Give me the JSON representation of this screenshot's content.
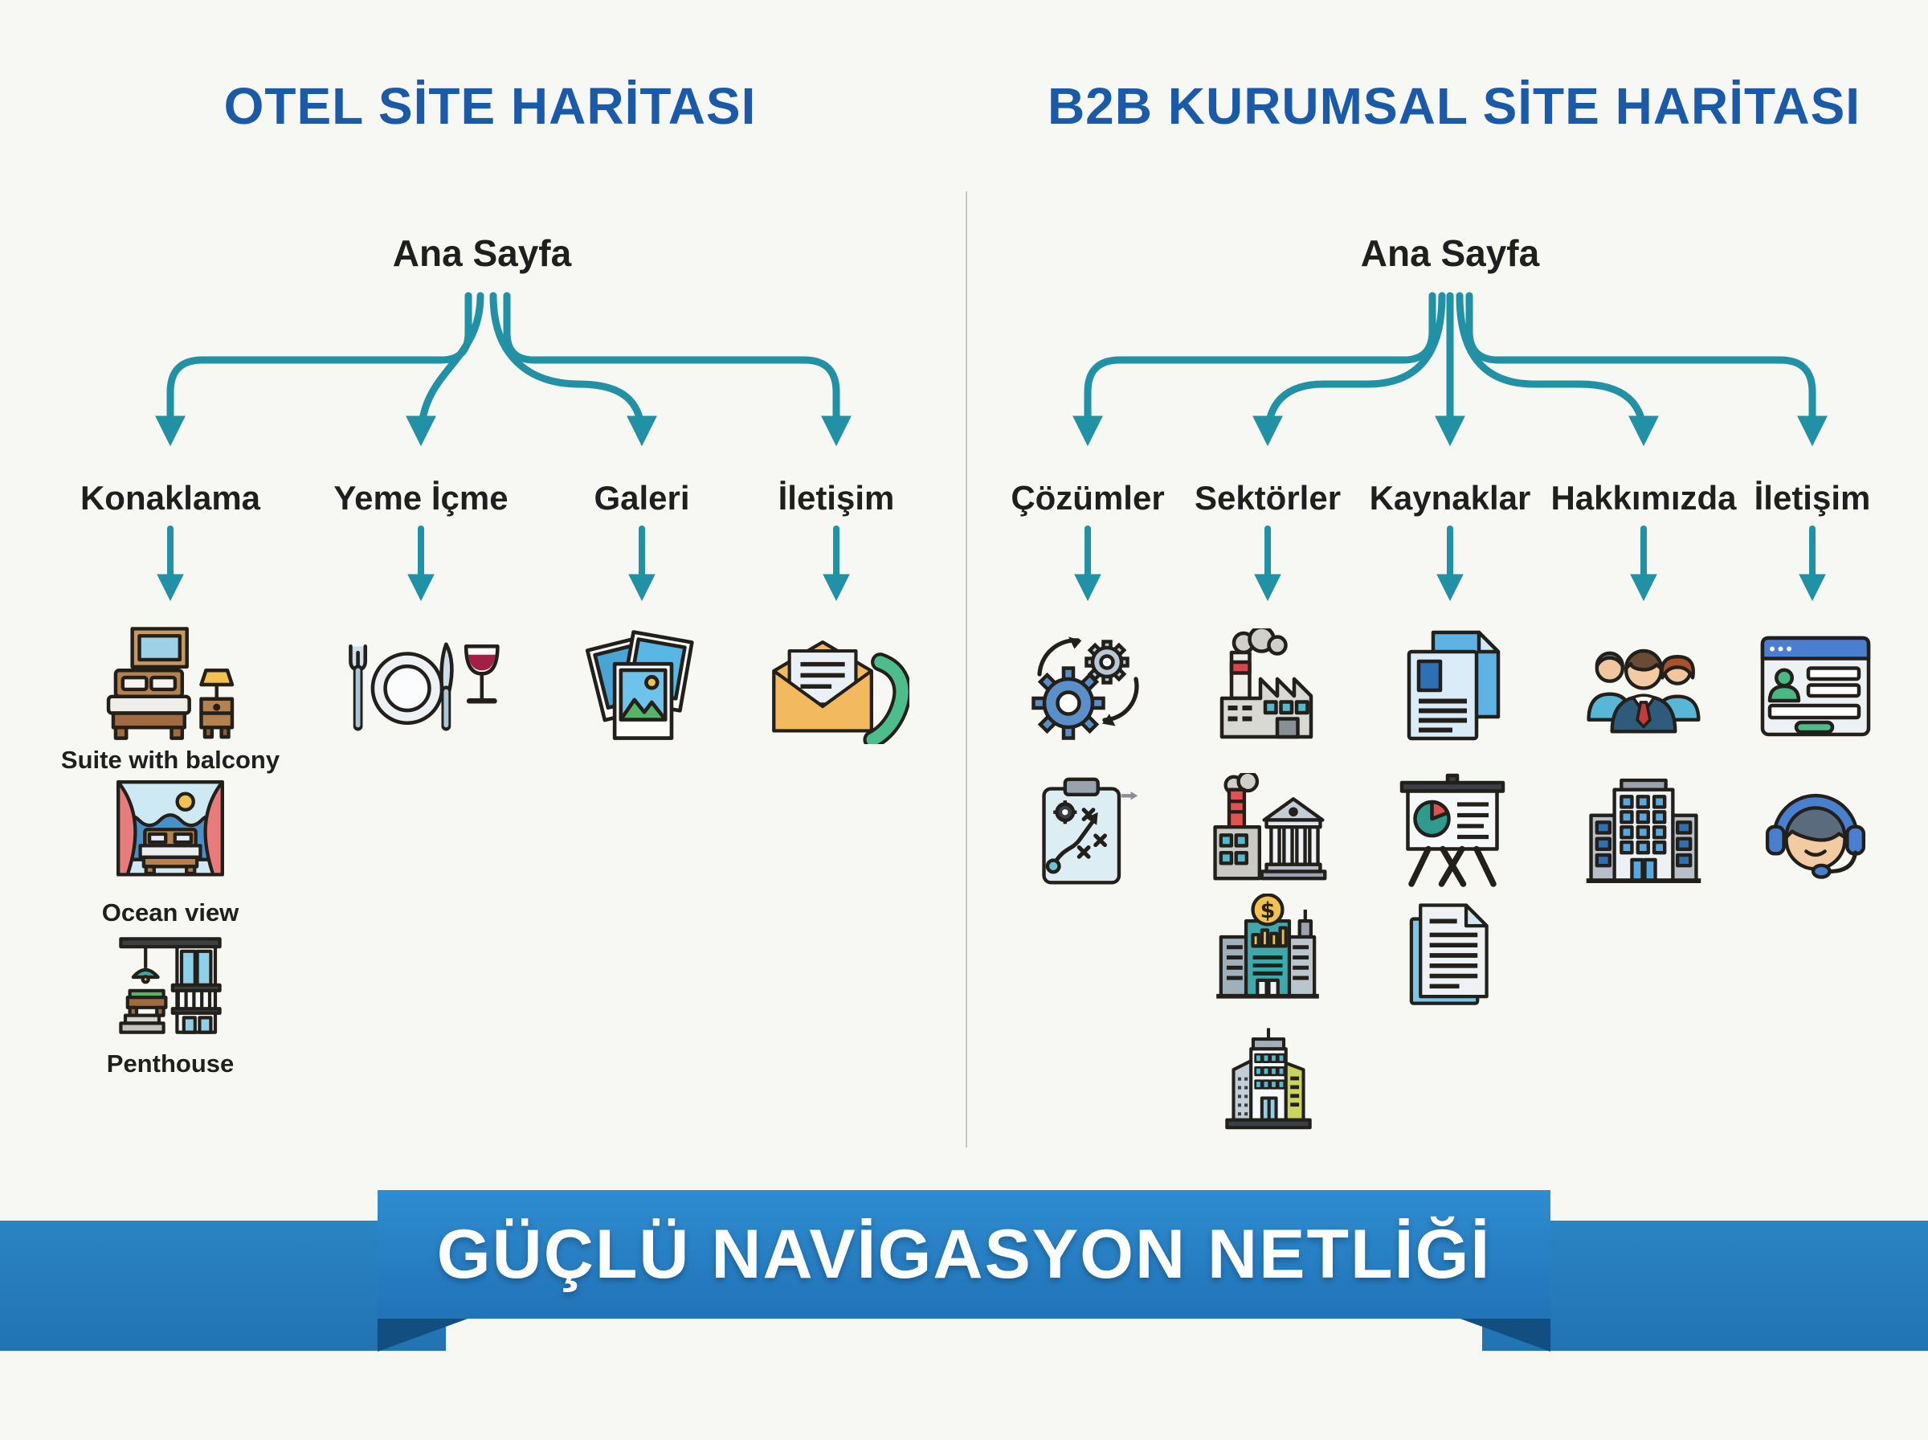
{
  "left_map": {
    "title": "OTEL SİTE HARİTASI",
    "root": "Ana Sayfa",
    "children": [
      {
        "label": "Konaklama",
        "items": [
          {
            "icon": "hotel-room-icon",
            "label": "Suite with balcony"
          },
          {
            "icon": "ocean-view-icon",
            "label": "Ocean view"
          },
          {
            "icon": "penthouse-icon",
            "label": "Penthouse"
          }
        ]
      },
      {
        "label": "Yeme İçme",
        "items": [
          {
            "icon": "dining-icon"
          }
        ]
      },
      {
        "label": "Galeri",
        "items": [
          {
            "icon": "gallery-photos-icon"
          }
        ]
      },
      {
        "label": "İletişim",
        "items": [
          {
            "icon": "mail-phone-icon"
          }
        ]
      }
    ]
  },
  "right_map": {
    "title": "B2B KURUMSAL SİTE HARİTASI",
    "root": "Ana Sayfa",
    "children": [
      {
        "label": "Çözümler",
        "items": [
          {
            "icon": "gears-icon"
          },
          {
            "icon": "strategy-clipboard-icon"
          }
        ]
      },
      {
        "label": "Sektörler",
        "items": [
          {
            "icon": "factory-icon"
          },
          {
            "icon": "factory-bank-icon"
          },
          {
            "icon": "finance-building-icon"
          },
          {
            "icon": "corporate-building-icon"
          }
        ]
      },
      {
        "label": "Kaynaklar",
        "items": [
          {
            "icon": "documents-icon"
          },
          {
            "icon": "presentation-chart-icon"
          },
          {
            "icon": "papers-icon"
          }
        ]
      },
      {
        "label": "Hakkımızda",
        "items": [
          {
            "icon": "team-icon"
          },
          {
            "icon": "office-building-icon"
          }
        ]
      },
      {
        "label": "İletişim",
        "items": [
          {
            "icon": "contact-form-icon"
          },
          {
            "icon": "support-headset-icon"
          }
        ]
      }
    ]
  },
  "banner": {
    "text": "GÜÇLÜ NAVİGASYON NETLİĞİ"
  },
  "colors": {
    "title_blue": "#1a5aa8",
    "connector_teal": "#2191a5",
    "banner_blue": "#2780c3",
    "banner_fold": "#134e80",
    "label_dark": "#1f1f1f",
    "background": "#f7f7f4"
  }
}
